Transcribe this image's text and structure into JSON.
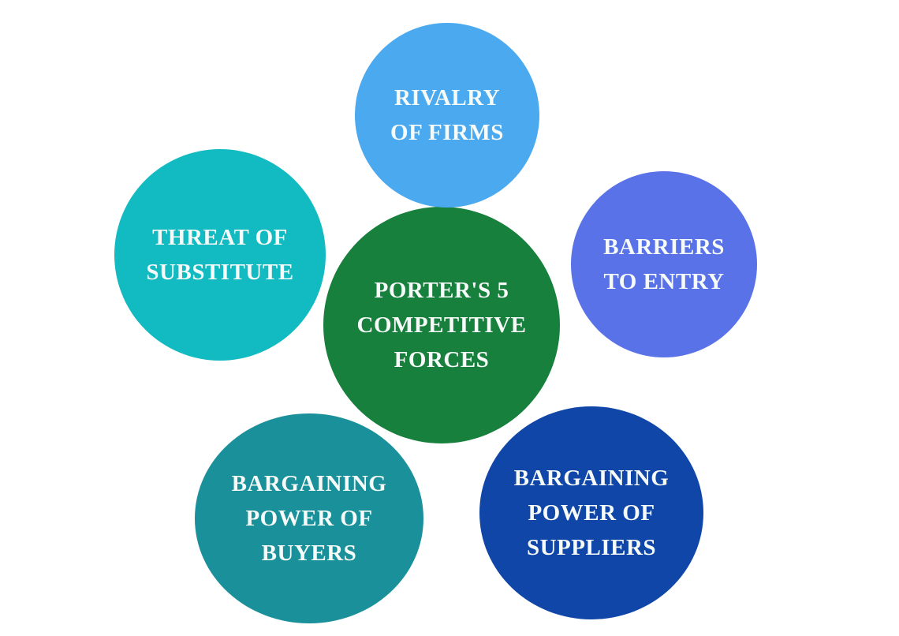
{
  "page": {
    "background_color": "#ffffff",
    "text_color": "#f6faf8"
  },
  "diagram": {
    "type": "porters-five-forces",
    "center": {
      "label": "PORTER'S 5\nCOMPETITIVE\nFORCES",
      "color": "#17803c",
      "position": "center"
    },
    "forces": [
      {
        "label": "RIVALRY\nOF FIRMS",
        "color": "#4ba9ef",
        "position": "top"
      },
      {
        "label": "THREAT OF\nSUBSTITUTE",
        "color": "#12bac1",
        "position": "left"
      },
      {
        "label": "BARRIERS\nTO ENTRY",
        "color": "#5a72e8",
        "position": "right"
      },
      {
        "label": "BARGAINING\nPOWER OF\nBUYERS",
        "color": "#19909a",
        "position": "bottom-left"
      },
      {
        "label": "BARGAINING\nPOWER OF\nSUPPLIERS",
        "color": "#0f46a8",
        "position": "bottom-right"
      }
    ]
  }
}
